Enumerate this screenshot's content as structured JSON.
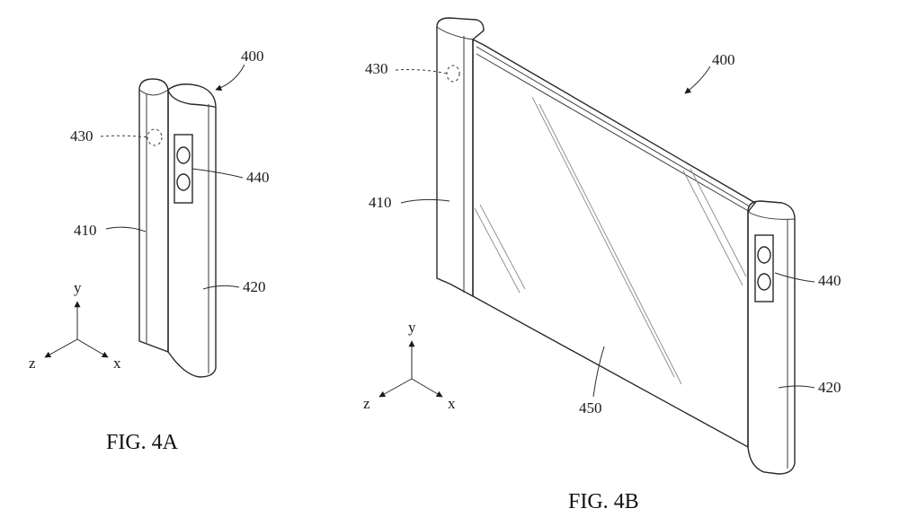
{
  "fig_a": {
    "caption": "FIG. 4A",
    "ref_device": "400",
    "ref_sensor": "430",
    "ref_camera": "440",
    "ref_body_left": "410",
    "ref_body_right": "420",
    "axis": {
      "y": "y",
      "z": "z",
      "x": "x"
    }
  },
  "fig_b": {
    "caption": "FIG. 4B",
    "ref_device": "400",
    "ref_sensor": "430",
    "ref_camera": "440",
    "ref_body_left": "410",
    "ref_body_right": "420",
    "ref_display": "450",
    "axis": {
      "y": "y",
      "z": "z",
      "x": "x"
    }
  }
}
